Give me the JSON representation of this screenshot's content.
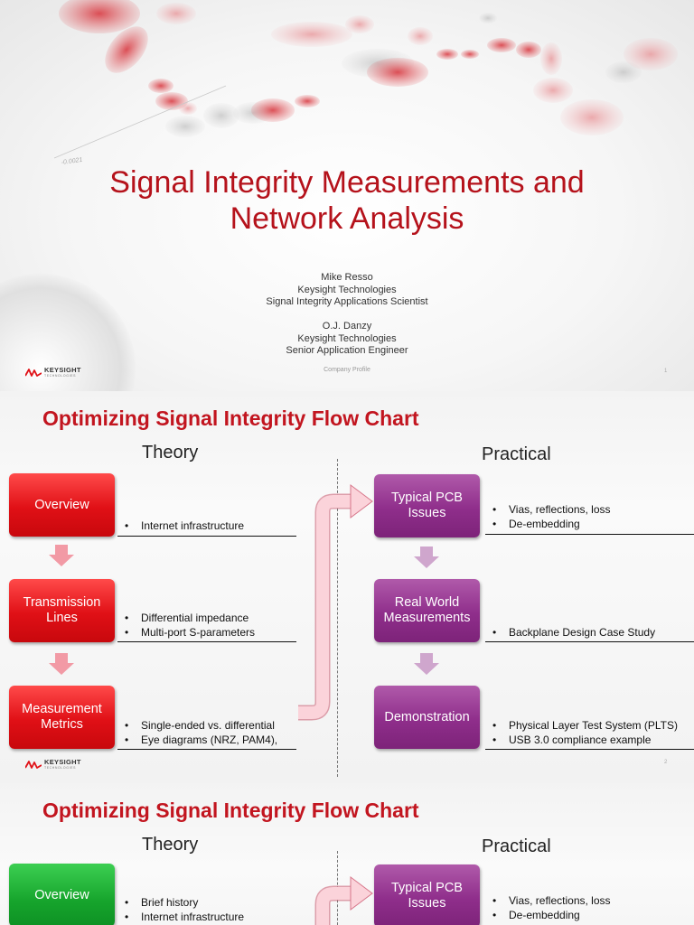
{
  "slide1": {
    "title": "Signal Integrity Measurements and Network Analysis",
    "presenter1": {
      "name": "Mike Resso",
      "company": "Keysight Technologies",
      "role": "Signal Integrity Applications Scientist"
    },
    "presenter2": {
      "name": "O.J. Danzy",
      "company": "Keysight Technologies",
      "role": "Senior Application Engineer"
    },
    "footer": "Company Profile",
    "page_number": "1"
  },
  "logo": {
    "brand": "KEYSIGHT",
    "sub": "TECHNOLOGIES"
  },
  "slide2": {
    "title": "Optimizing Signal Integrity Flow Chart",
    "theory_heading": "Theory",
    "practical_heading": "Practical",
    "theory_boxes": [
      "Overview",
      "Transmission Lines",
      "Measurement Metrics"
    ],
    "practical_boxes": [
      "Typical PCB Issues",
      "Real World Measurements",
      "Demonstration"
    ],
    "theory_bullets": [
      [
        "Internet infrastructure"
      ],
      [
        "Differential impedance",
        "Multi-port S-parameters"
      ],
      [
        "Single-ended vs. differential",
        "Eye diagrams (NRZ, PAM4),"
      ]
    ],
    "practical_bullets": [
      [
        "Vias, reflections, loss",
        "De-embedding"
      ],
      [
        "Backplane Design Case Study"
      ],
      [
        "Physical Layer Test System (PLTS)",
        "USB 3.0 compliance example"
      ]
    ],
    "page_number": "2"
  },
  "slide3": {
    "title": "Optimizing Signal Integrity Flow Chart",
    "theory_heading": "Theory",
    "practical_heading": "Practical",
    "theory_box": "Overview",
    "practical_box": "Typical PCB Issues",
    "theory_bullets": [
      "Brief history",
      "Internet infrastructure"
    ],
    "practical_bullets": [
      "Vias, reflections, loss",
      "De-embedding"
    ]
  },
  "colors": {
    "title_red": "#b5121b",
    "box_red": "#e01016",
    "box_purple": "#8f2e8b",
    "box_green": "#16a42c",
    "arrow_pink": "#f4a7b3",
    "arrow_lavender": "#cfa6cd"
  }
}
